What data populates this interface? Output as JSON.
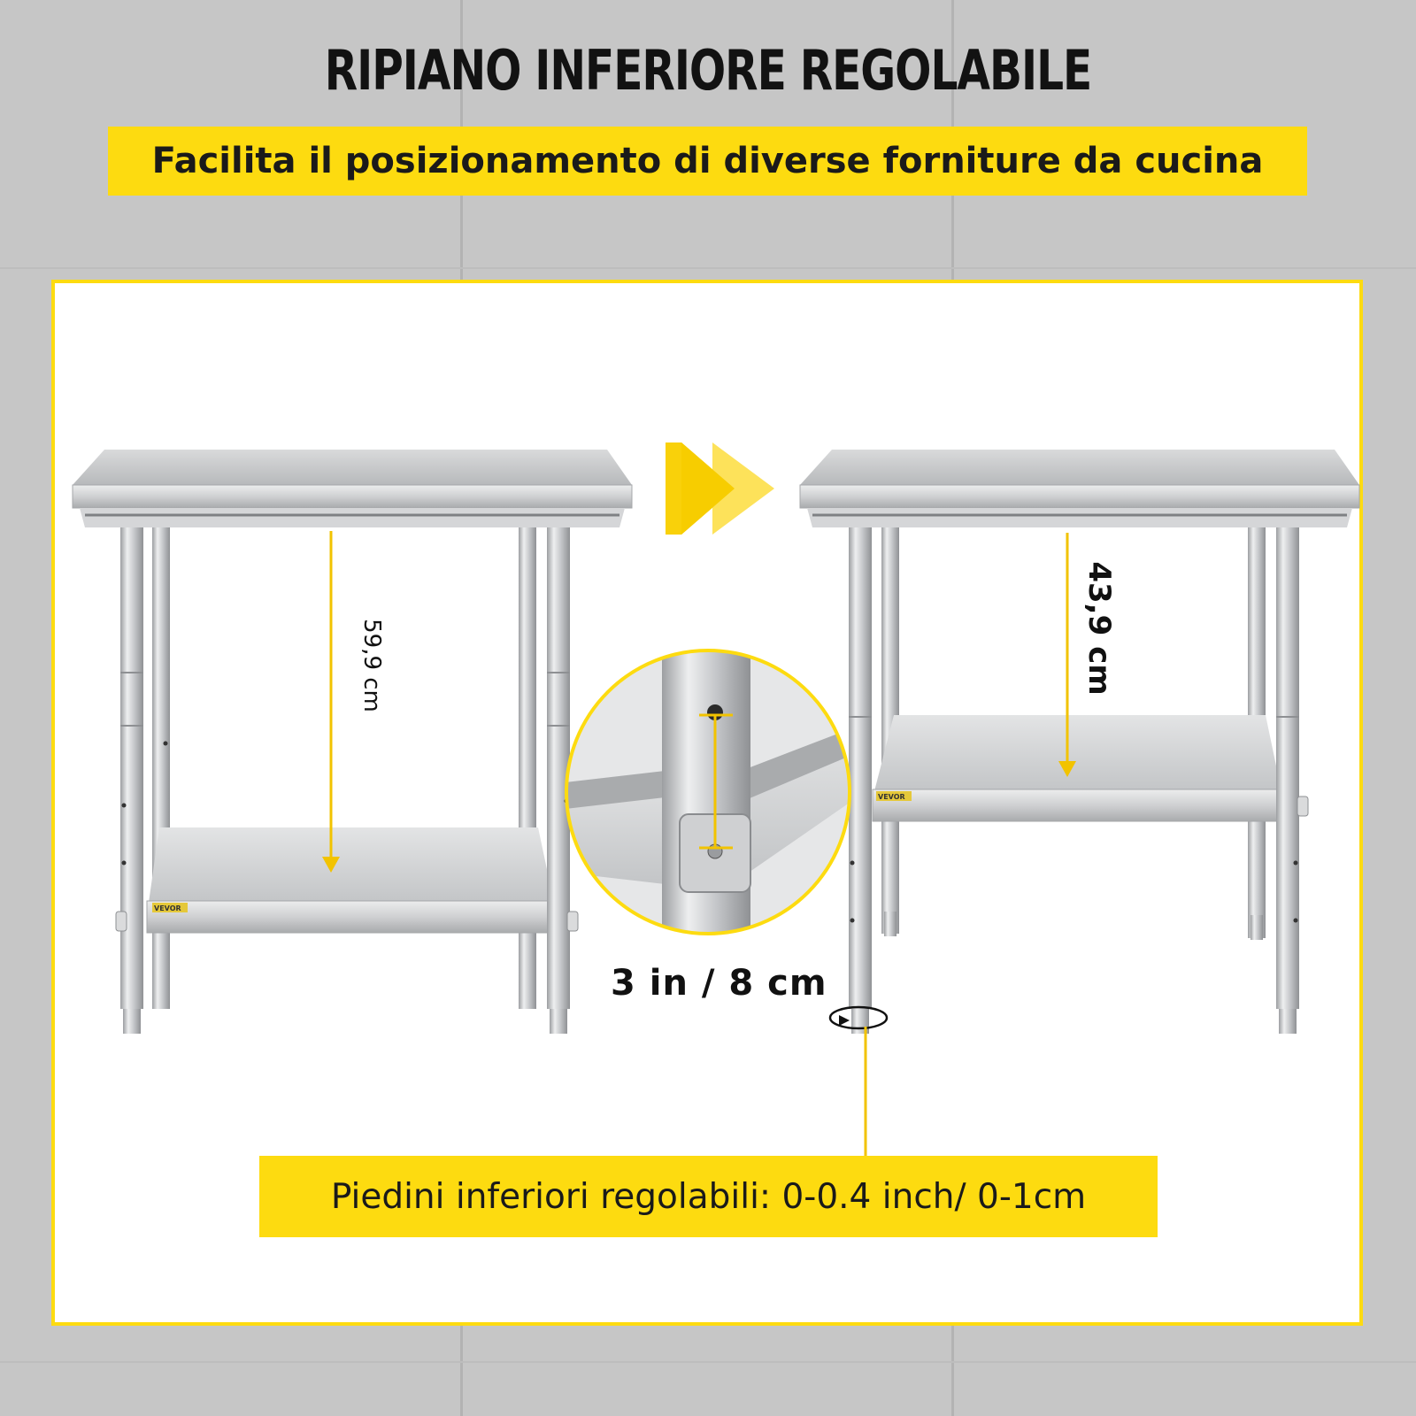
{
  "headline": "RIPIANO INFERIORE REGOLABILE",
  "subtitle": "Facilita il posizionamento di diverse forniture da cucina",
  "dimensions": {
    "left_shelf_height": "59,9 cm",
    "right_shelf_height": "43,9 cm",
    "leg_adjustment": "3 in / 8 cm"
  },
  "feet_caption": "Piedini inferiori regolabili: 0-0.4 inch/ 0-1cm",
  "brand_label": "VEVOR",
  "colors": {
    "accent_yellow": "#fddb10",
    "panel_white": "#ffffff",
    "wall_gray": "#c6c6c6",
    "steel": "#c9cacc",
    "text_dark": "#121212"
  },
  "icons": {
    "arrow": "double-chevron-right-icon",
    "rotation": "rotation-arrow-icon"
  }
}
